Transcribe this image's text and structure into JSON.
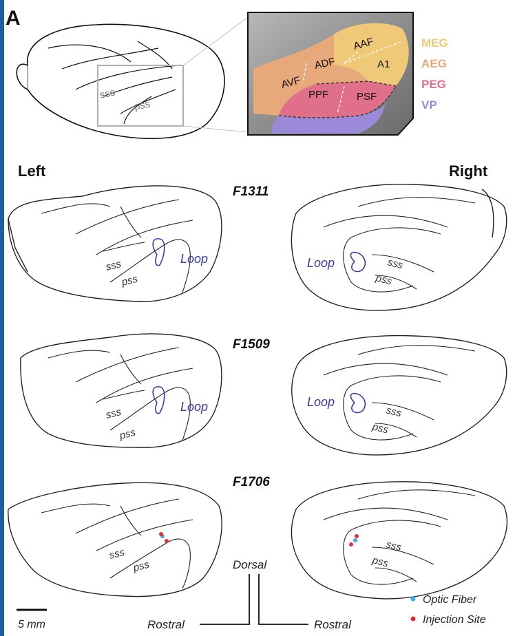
{
  "panel_letter": "A",
  "sulci": {
    "sss": "sss",
    "pss": "pss"
  },
  "loop_label": "Loop",
  "fields": [
    "AVF",
    "ADF",
    "AAF",
    "A1",
    "PPF",
    "PSF"
  ],
  "region_legend": [
    {
      "label": "MEG",
      "color": "#f0c978"
    },
    {
      "label": "AEG",
      "color": "#e8a97a"
    },
    {
      "label": "PEG",
      "color": "#e0708a"
    },
    {
      "label": "VP",
      "color": "#9a8ad8"
    }
  ],
  "sides": {
    "left": "Left",
    "right": "Right"
  },
  "cases": [
    "F1311",
    "F1509",
    "F1706"
  ],
  "marker_legend": [
    {
      "label": "Optic Fiber",
      "color": "#3aaee8"
    },
    {
      "label": "Injection Site",
      "color": "#e03030"
    }
  ],
  "scale_bar": "5 mm",
  "orientation": {
    "dorsal": "Dorsal",
    "rostral_left": "Rostral",
    "rostral_right": "Rostral"
  }
}
